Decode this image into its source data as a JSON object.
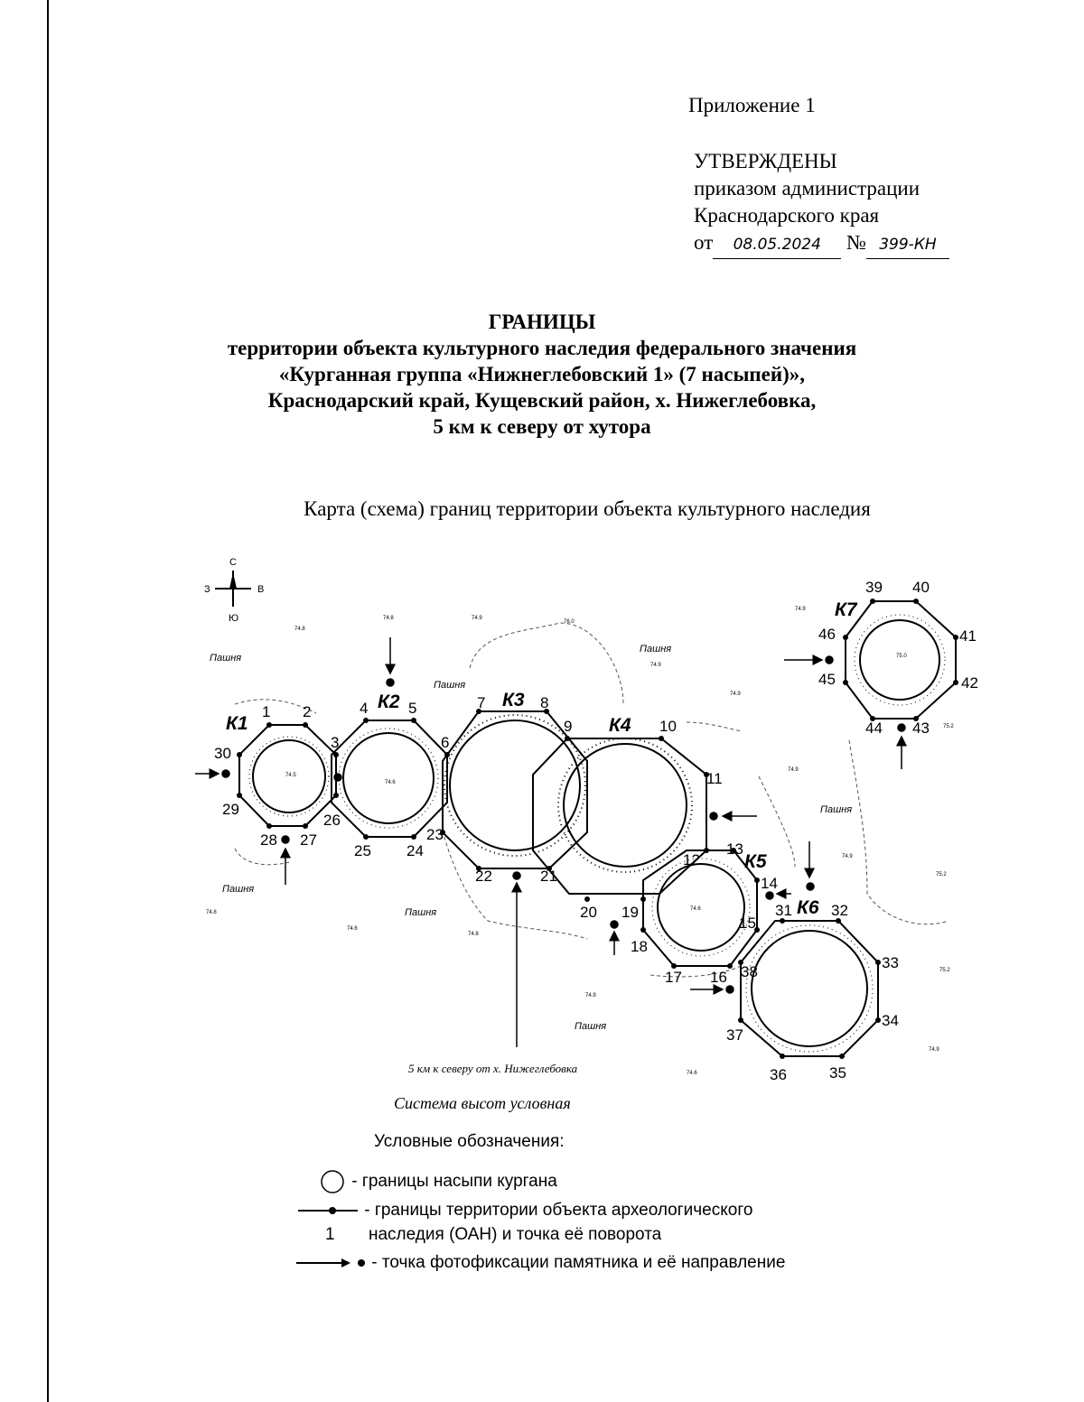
{
  "header": {
    "appendix": "Приложение 1",
    "approved": "УТВЕРЖДЕНЫ",
    "line1": "приказом администрации",
    "line2": "Краснодарского края",
    "date_prefix": "от",
    "date": "08.05.2024",
    "number_prefix": "№",
    "number": "399-КН"
  },
  "title": {
    "line1": "ГРАНИЦЫ",
    "line2": "территории объекта культурного наследия федерального значения",
    "line3": "«Курганная группа «Нижнеглебовский 1» (7 насыпей)»,",
    "line4": "Краснодарский край, Кущевский район, х. Нижеглебовка,",
    "line5": "5 км к северу от хутора"
  },
  "subtitle": "Карта (схема) границ территории объекта культурного наследия",
  "map": {
    "compass": {
      "n": "С",
      "s": "Ю",
      "w": "З",
      "e": "В"
    },
    "mounds": {
      "k1": "К1",
      "k2": "К2",
      "k3": "К3",
      "k4": "К4",
      "k5": "К5",
      "k6": "К6",
      "k7": "К7"
    },
    "field_label": "Пашня",
    "location_note": "5 км к северу от х. Нижеглебовка",
    "height_system": "Система высот условная",
    "points": [
      "1",
      "2",
      "3",
      "4",
      "5",
      "6",
      "7",
      "8",
      "9",
      "10",
      "11",
      "12",
      "13",
      "14",
      "15",
      "16",
      "17",
      "18",
      "19",
      "20",
      "21",
      "22",
      "23",
      "24",
      "25",
      "26",
      "27",
      "28",
      "29",
      "30",
      "31",
      "32",
      "33",
      "34",
      "35",
      "36",
      "37",
      "38",
      "39",
      "40",
      "41",
      "42",
      "43",
      "44",
      "45",
      "46"
    ],
    "elevations": [
      "74.8",
      "74.8",
      "74.9",
      "76.0",
      "74.9",
      "74.9",
      "75.2",
      "74.9",
      "75.2",
      "74.9",
      "74.8",
      "74.6",
      "74.8",
      "74.9",
      "74.6",
      "75.2",
      "74.9",
      "74.6",
      "74.5",
      "74.6",
      "74.9",
      "75.0"
    ]
  },
  "legend": {
    "title": "Условные обозначения:",
    "mound_boundary": "- границы насыпи кургана",
    "oan_boundary_a": "- границы территории объекта археологического",
    "oan_boundary_b": "наследия (ОАН) и точка её поворота",
    "oan_point_number": "1",
    "photo_point": "- точка фотофиксации памятника и её направление"
  }
}
